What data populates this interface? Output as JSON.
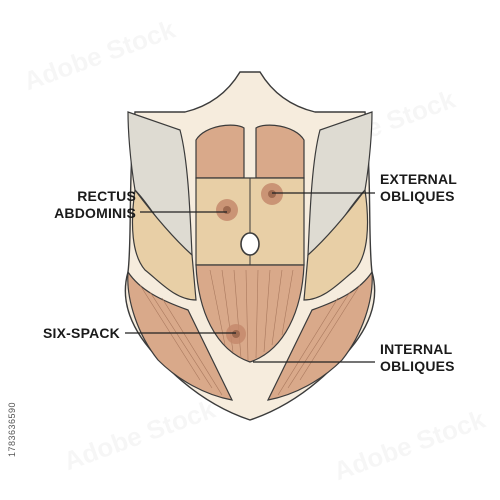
{
  "labels": {
    "rectus": [
      "RECTUS",
      "ABDOMINIS"
    ],
    "external": [
      "EXTERNAL",
      "OBLIQUES"
    ],
    "six_pack": [
      "SIX-SPACK"
    ],
    "internal": [
      "INTERNAL",
      "OBLIQUES"
    ]
  },
  "stock_id": "1783636590",
  "watermark": "Adobe Stock",
  "colors": {
    "outline": "#3b3b3b",
    "skin": "#f3e6d2",
    "muscle_light": "#e8cfa6",
    "muscle": "#d9a98a",
    "muscle_dark": "#c48a6c",
    "bone": "#dedbd2",
    "leader": "#222222"
  }
}
